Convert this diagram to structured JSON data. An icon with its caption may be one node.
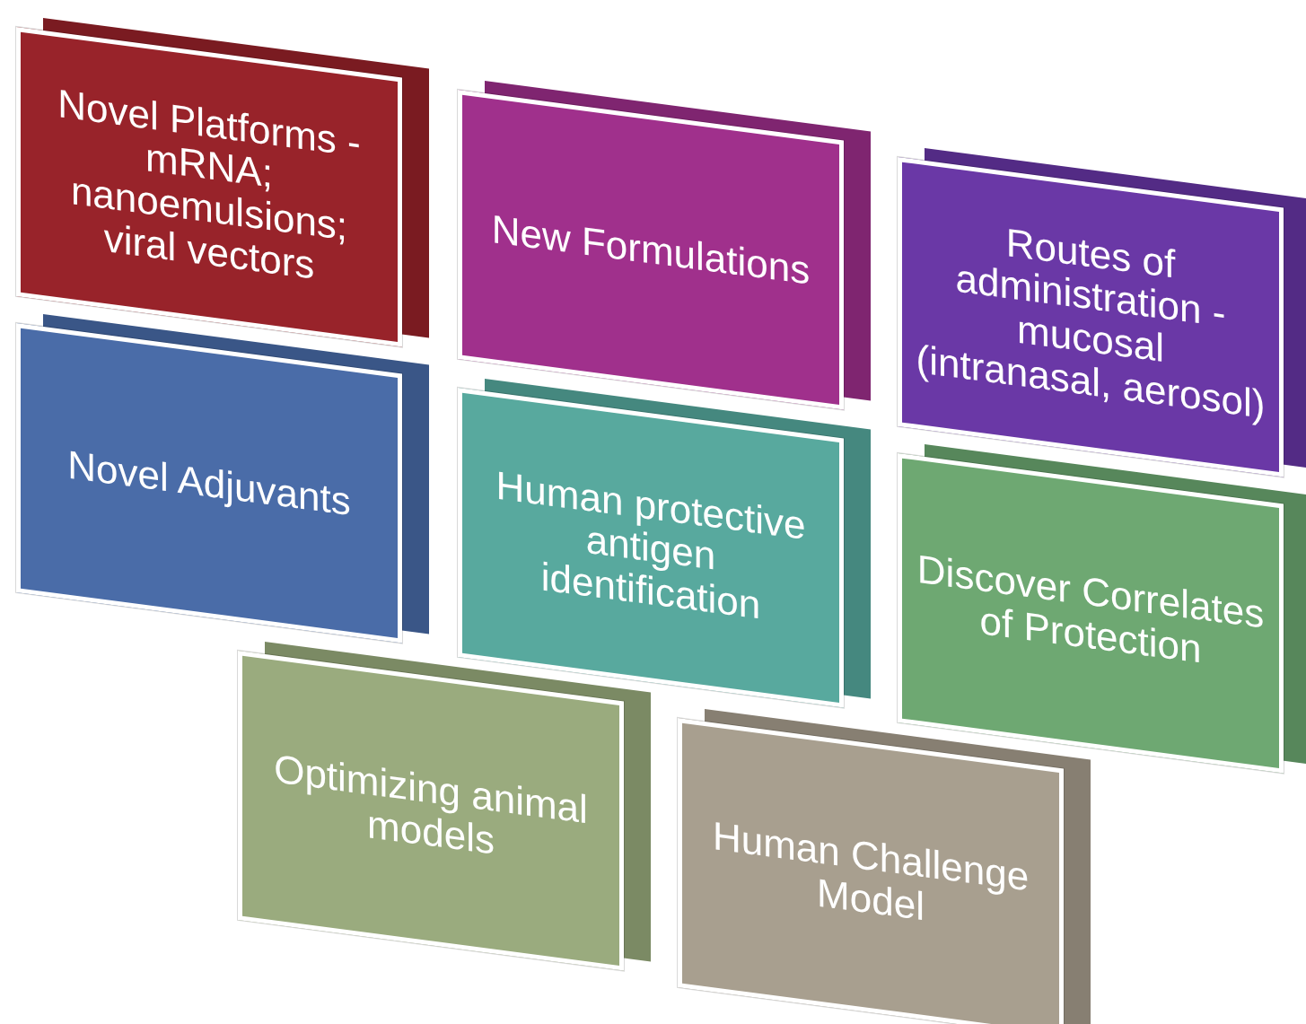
{
  "diagram": {
    "nodes": [
      {
        "text": [
          "Novel Platforms - mRNA; nanoemulsions; viral vectors"
        ]
      },
      {
        "text": [
          "New Formulations"
        ]
      },
      {
        "text": [
          "Routes of administration - mucosal (intranasal, aerosol)"
        ]
      },
      {
        "text": [
          "Novel Adjuvants"
        ]
      },
      {
        "text": [
          "Human protective antigen identification"
        ]
      },
      {
        "text": [
          "Discover Correlates of Protection"
        ]
      },
      {
        "text": [
          "Optimizing animal models"
        ]
      },
      {
        "text": [
          "Human Challenge Model"
        ]
      }
    ]
  }
}
